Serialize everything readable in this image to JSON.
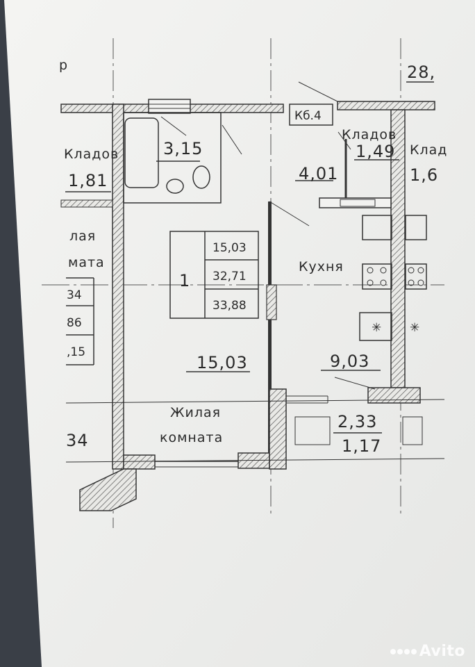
{
  "plan": {
    "corner_mark": "р",
    "corner_number": "28,",
    "bath_area": "3,15",
    "storage_left_name": "Кладов",
    "storage_left_area": "1,81",
    "left_room_name_1": "лая",
    "left_room_name_2": "мата",
    "left_table": [
      "34",
      "86",
      ",15"
    ],
    "left_bottom": "34",
    "apt_number": "1",
    "apt_table": [
      "15,03",
      "32,71",
      "33,88"
    ],
    "shaft_label": "Кб.4",
    "storage_right_name": "Кладов",
    "storage_right_area": "1,49",
    "right_edge_name": "Клад",
    "right_edge_area": "1,6",
    "hall_area": "4,01",
    "kitchen_name": "Кухня",
    "kitchen_area": "9,03",
    "living_area": "15,03",
    "living_name_1": "Жилая",
    "living_name_2": "комната",
    "balcony_area": "2,33",
    "balcony_area_reduced": "1,17"
  },
  "watermark": {
    "text": "Avito"
  }
}
